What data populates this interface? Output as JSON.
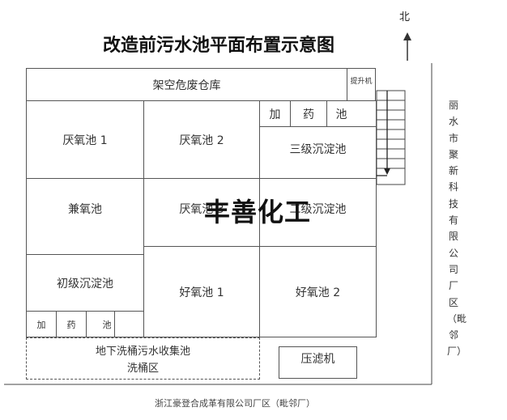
{
  "title": "改造前污水池平面布置示意图",
  "north_label": "北",
  "rooms": {
    "warehouse": "架空危废仓库",
    "lift_pump": "提升机",
    "dosing_top": [
      "加",
      "药",
      "池"
    ],
    "anaerobic1": "厌氧池 1",
    "anaerobic2": "厌氧池 2",
    "tertiary_settling": "三级沉淀池",
    "facultative": "兼氧池",
    "anaerobic3": "厌氧池 3",
    "secondary_settling": "二级沉淀池",
    "primary_settling": "初级沉淀池",
    "aerobic1": "好氧池 1",
    "aerobic2": "好氧池 2",
    "dosing_bottom": [
      "加",
      "药",
      "池"
    ],
    "underground": "地下洗桶污水收集池",
    "wash_area": "洗桶区",
    "filter_press": "压滤机"
  },
  "neighbor_right": "丽水市聚新科技有限公司厂区（毗邻厂）",
  "neighbor_bottom": "浙江豪登合成革有限公司厂区（毗邻厂）",
  "watermark": "丰善化工"
}
